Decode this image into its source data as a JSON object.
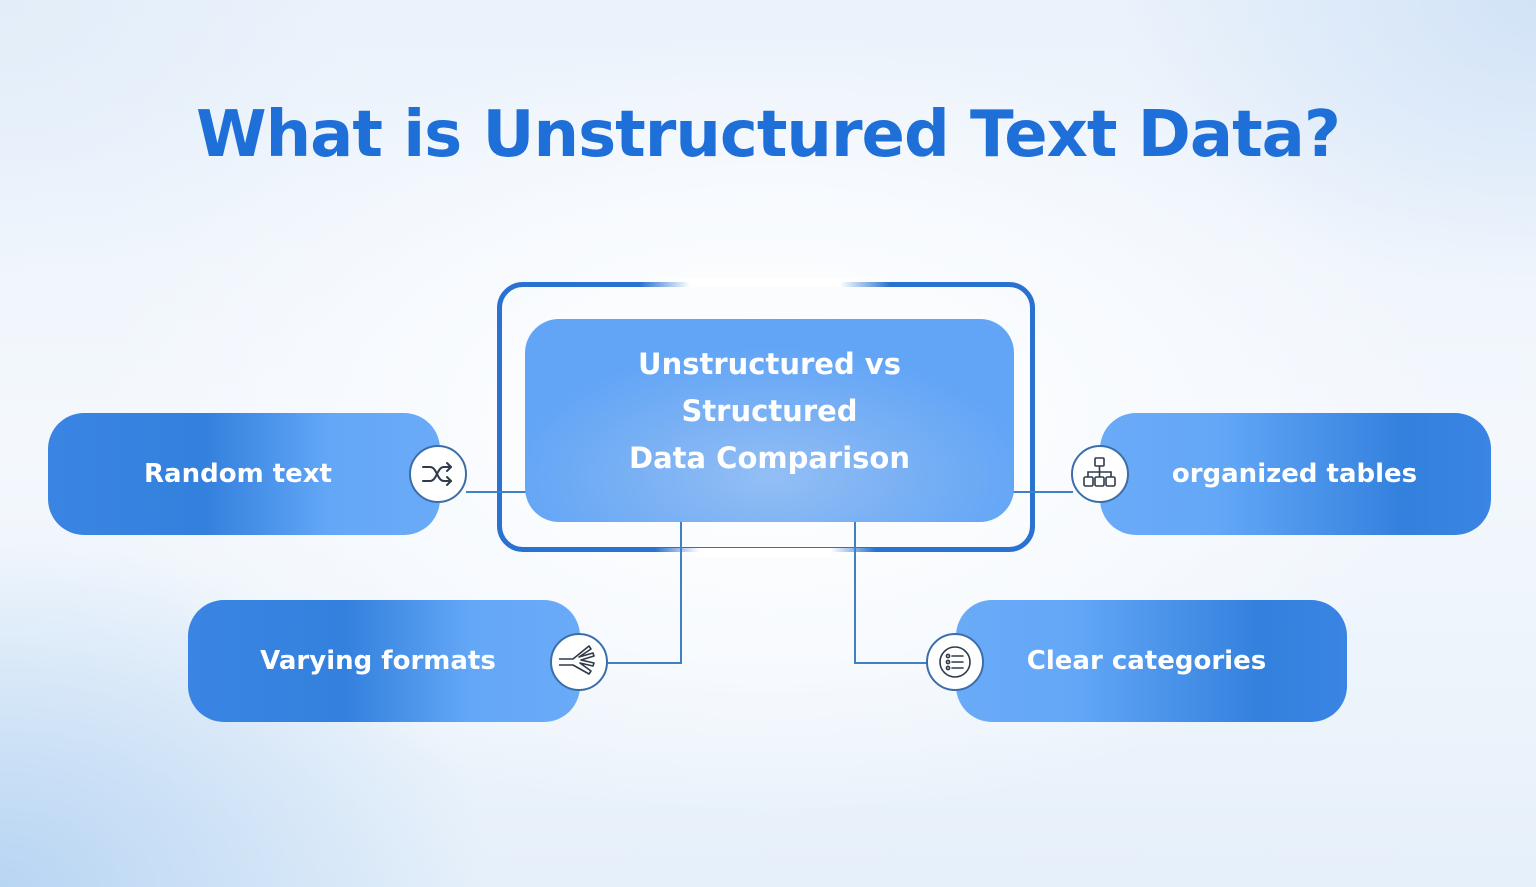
{
  "title": "What is Unstructured Text Data?",
  "center": {
    "line1": "Unstructured vs Structured",
    "line2": "Data Comparison"
  },
  "nodes": [
    {
      "label": "Random text",
      "icon": "shuffle-icon",
      "side": "left",
      "group": "unstructured"
    },
    {
      "label": "Varying formats",
      "icon": "branching-fork-icon",
      "side": "left",
      "group": "unstructured"
    },
    {
      "label": "organized tables",
      "icon": "hierarchy-tree-icon",
      "side": "right",
      "group": "structured"
    },
    {
      "label": "Clear categories",
      "icon": "bullet-list-icon",
      "side": "right",
      "group": "structured"
    }
  ],
  "colors": {
    "title": "#1f6fd8",
    "frame": "#2a72d2",
    "card_light": "#6aabf8",
    "card_dark": "#3380dd",
    "connector": "#3f80c6",
    "icon_stroke": "#2f3a4a"
  }
}
